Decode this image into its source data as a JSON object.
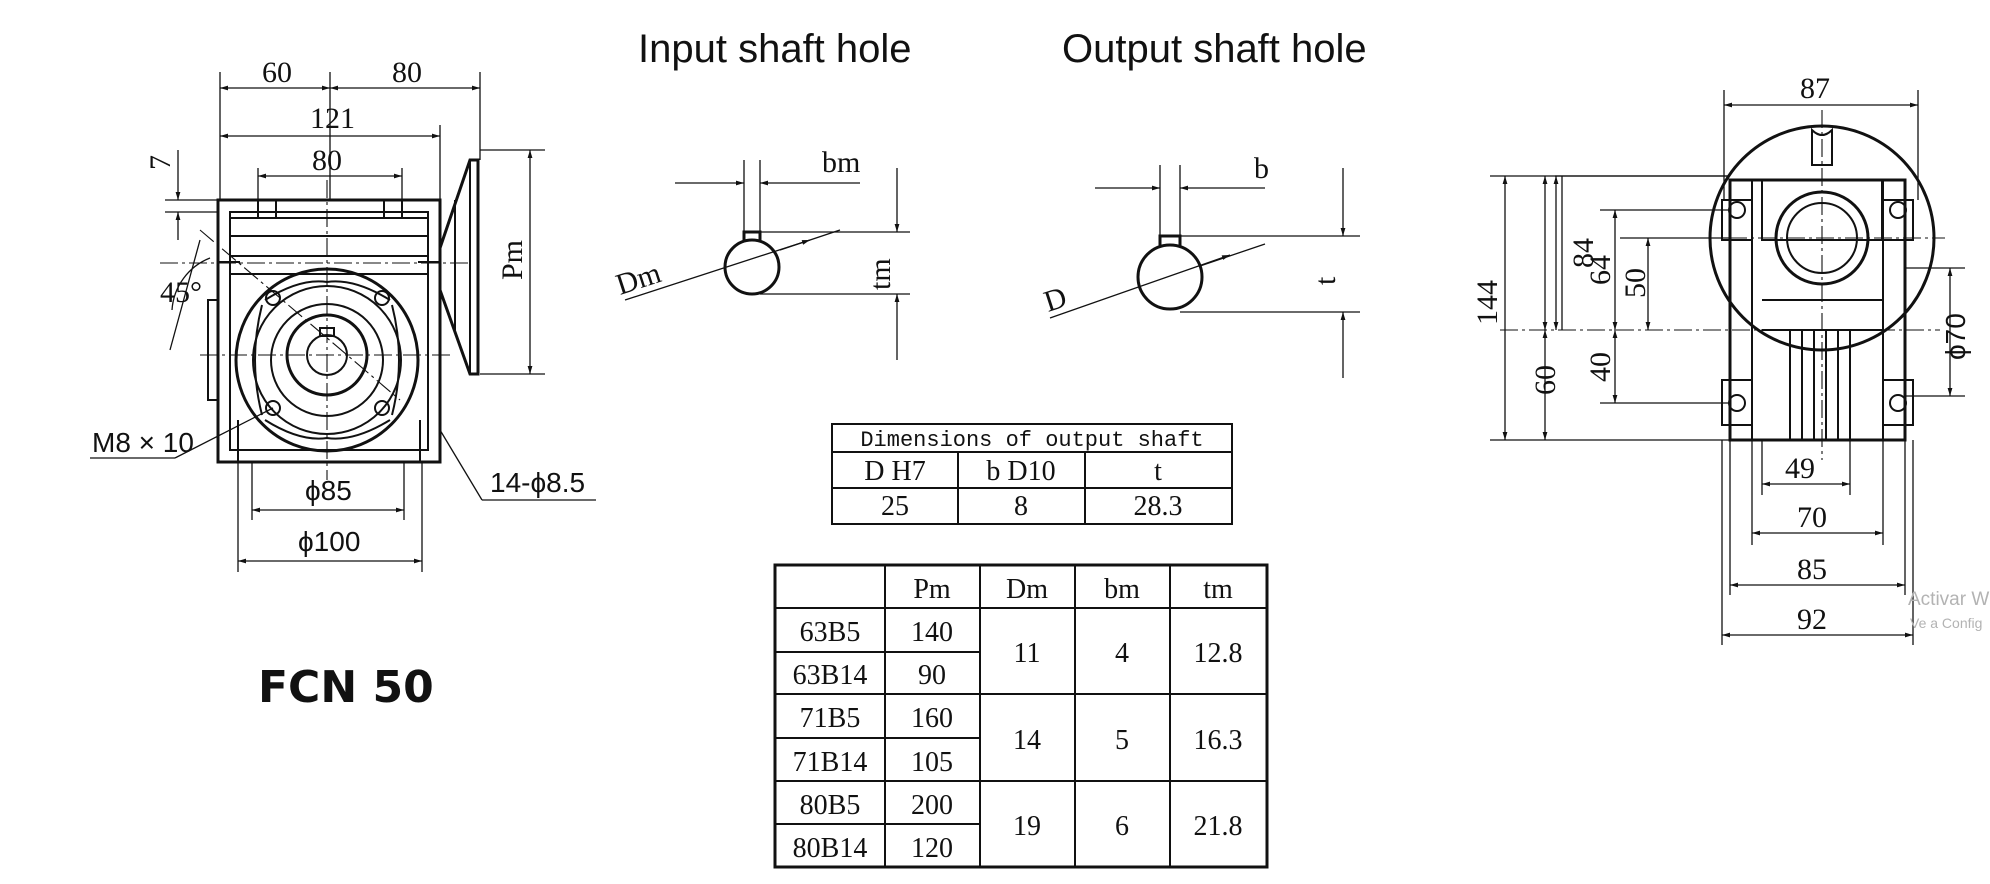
{
  "model": "FCN 50",
  "titles": {
    "input": "Input shaft hole",
    "output": "Output shaft hole"
  },
  "front_view": {
    "d60": "60",
    "d80_top": "80",
    "d121": "121",
    "d80": "80",
    "d7": "7",
    "angle": "45°",
    "pm": "Pm",
    "thread": "M8 × 10",
    "holes": "14-ϕ8.5",
    "phi85": "ϕ85",
    "phi100": "ϕ100"
  },
  "input_hole": {
    "bm": "bm",
    "dm": "Dm",
    "tm": "tm"
  },
  "output_hole": {
    "b": "b",
    "d": "D",
    "t": "t"
  },
  "side_view": {
    "d87": "87",
    "d144": "144",
    "d84": "84",
    "d64": "64",
    "d50": "50",
    "d60": "60",
    "d40": "40",
    "phi70": "ϕ70",
    "d49": "49",
    "d70": "70",
    "d85": "85",
    "d92": "92"
  },
  "output_table": {
    "title": "Dimensions of output shaft",
    "headers": [
      "D H7",
      "b D10",
      "t"
    ],
    "values": [
      "25",
      "8",
      "28.3"
    ]
  },
  "input_table": {
    "headers": [
      "",
      "Pm",
      "Dm",
      "bm",
      "tm"
    ],
    "groups": [
      {
        "rows": [
          [
            "63B5",
            "140"
          ],
          [
            "63B14",
            "90"
          ]
        ],
        "dm": "11",
        "bm": "4",
        "tm": "12.8"
      },
      {
        "rows": [
          [
            "71B5",
            "160"
          ],
          [
            "71B14",
            "105"
          ]
        ],
        "dm": "14",
        "bm": "5",
        "tm": "16.3"
      },
      {
        "rows": [
          [
            "80B5",
            "200"
          ],
          [
            "80B14",
            "120"
          ]
        ],
        "dm": "19",
        "bm": "6",
        "tm": "21.8"
      }
    ]
  },
  "watermark": {
    "line1": "Activar W",
    "line2": "Ve a Config"
  }
}
